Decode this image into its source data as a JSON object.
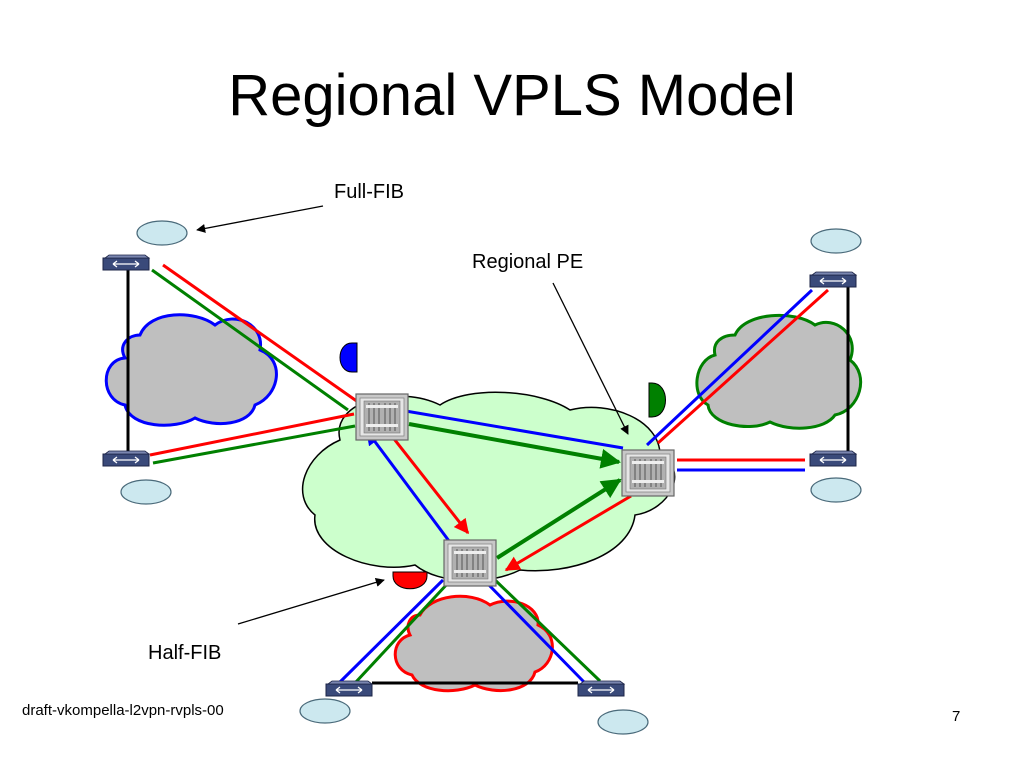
{
  "slide": {
    "title": "Regional VPLS Model",
    "labels": {
      "full_fib": "Full-FIB",
      "regional_pe": "Regional PE",
      "half_fib": "Half-FIB"
    },
    "footer_left": "draft-vkompella-l2vpn-rvpls-00",
    "page_number": "7"
  },
  "colors": {
    "core_cloud": "#ccffcc",
    "cloud_gray": "#bfbfbf",
    "cloud_blue": "#0000ff",
    "cloud_green": "#008000",
    "cloud_red": "#ff0000",
    "link_red": "#ff0000",
    "link_green": "#008000",
    "link_blue": "#0000ff",
    "ellipse_fill": "#cce8ef",
    "switch_fill": "#3a4a7a"
  },
  "icons": {
    "pe_router": "router-chassis-icon",
    "ce_switch": "switch-icon",
    "site": "ellipse-site-icon",
    "fib_marker": "half-disc-icon"
  }
}
